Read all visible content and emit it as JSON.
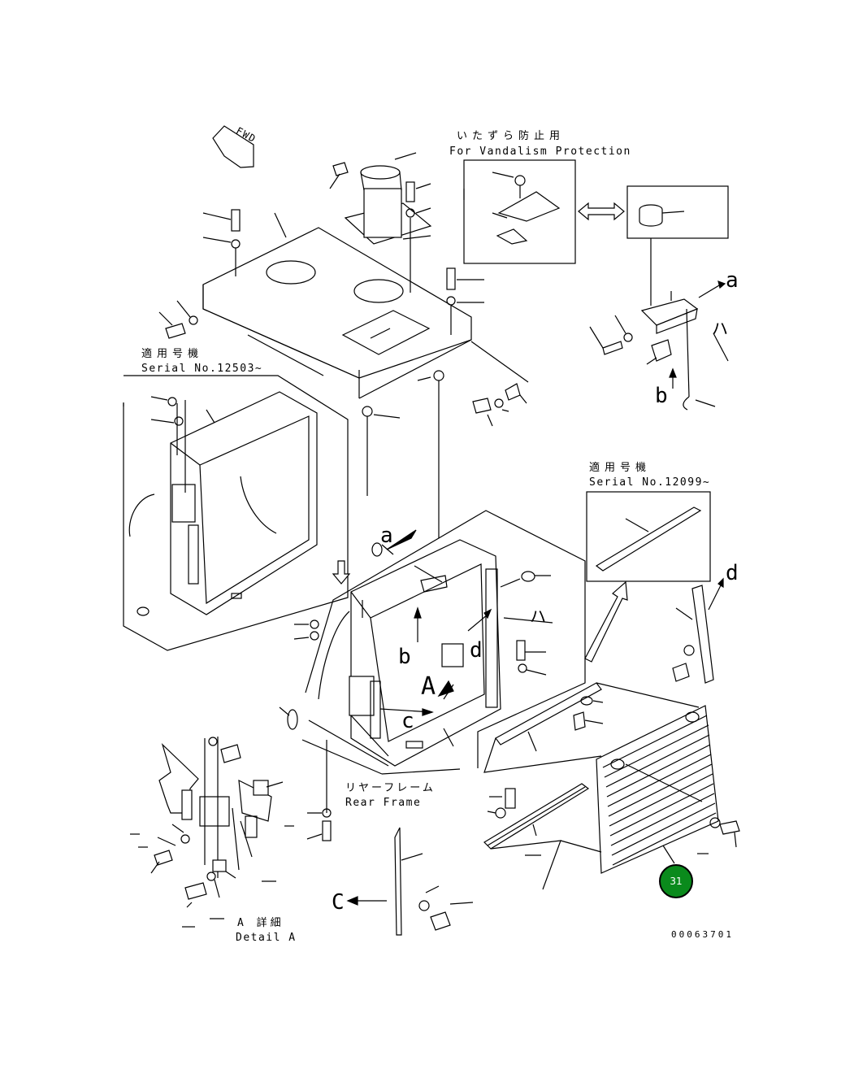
{
  "labels": {
    "fwd": "FWD",
    "vandalism_jp": "いたずら防止用",
    "vandalism_en": "For Vandalism Protection",
    "serial_left_jp": "適用号機",
    "serial_left_en": "Serial No.12503~",
    "serial_right_jp": "適用号機",
    "serial_right_en": "Serial No.12099~",
    "rear_frame_jp": "リヤーフレーム",
    "rear_frame_en": "Rear Frame",
    "detail_jp": "A 詳細",
    "detail_en": "Detail A",
    "drawing_no": "00063701"
  },
  "callouts": {
    "a_top": "a",
    "a_mid": "a",
    "b_top": "b",
    "b_mid": "b",
    "c_mid": "c",
    "c_bottom": "C",
    "d_right": "d",
    "d_mid": "d",
    "A_mid": "A",
    "katakana_ha_top": "ハ",
    "katakana_ha_mid": "ハ"
  },
  "badge": {
    "number": "31",
    "color": "#0a8a1c"
  }
}
